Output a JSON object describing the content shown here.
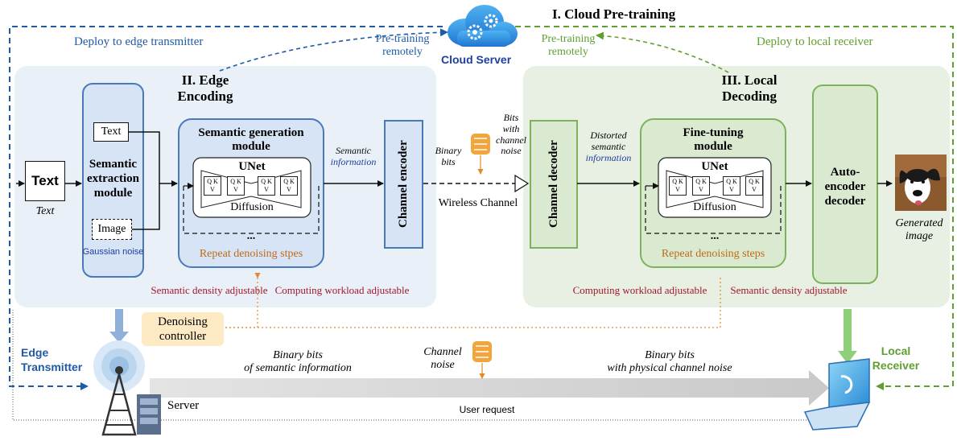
{
  "cloud": {
    "title": "I. Cloud Pre-training",
    "server_label": "Cloud Server",
    "deploy_left": "Deploy to edge transmitter",
    "deploy_right": "Deploy to local receiver",
    "pretrain_left_1": "Pre-training",
    "pretrain_left_2": "remotely",
    "pretrain_right_1": "Pre-training",
    "pretrain_right_2": "remotely"
  },
  "edge": {
    "title_1": "II. Edge",
    "title_2": "Encoding",
    "input_box": "Text",
    "input_caption": "Text",
    "extraction": {
      "text_box": "Text",
      "label_1": "Semantic",
      "label_2": "extraction",
      "label_3": "module",
      "image_box": "Image",
      "noise_label": "Gaussian noise"
    },
    "generation": {
      "title_1": "Semantic generation",
      "title_2": "module",
      "unet": "UNet",
      "diffusion": "Diffusion",
      "ellipsis": "...",
      "repeat": "Repeat denoising stpes"
    },
    "semantic_info_1": "Semantic",
    "semantic_info_2": "information",
    "channel_encoder": "Channel encoder",
    "density_label": "Semantic density adjustable",
    "workload_label": "Computing workload adjustable"
  },
  "channel": {
    "binary_1": "Binary",
    "binary_2": "bits",
    "noisy_1": "Bits",
    "noisy_2": "with",
    "noisy_3": "channel",
    "noisy_4": "noise",
    "wireless": "Wireless Channel"
  },
  "local": {
    "title_1": "III. Local",
    "title_2": "Decoding",
    "channel_decoder": "Channel decoder",
    "distorted_1": "Distorted",
    "distorted_2": "semantic",
    "distorted_3": "information",
    "finetune": {
      "title_1": "Fine-tuning",
      "title_2": "module",
      "unet": "UNet",
      "diffusion": "Diffusion",
      "ellipsis": "...",
      "repeat": "Repeat denoising steps"
    },
    "autoencoder_1": "Auto-",
    "autoencoder_2": "encoder",
    "autoencoder_3": "decoder",
    "generated_1": "Generated",
    "generated_2": "image",
    "workload_label": "Computing workload adjustable",
    "density_label": "Semantic density adjustable"
  },
  "qkv": {
    "q": "Q",
    "k": "K",
    "v": "V"
  },
  "bottom": {
    "controller_1": "Denoising",
    "controller_2": "controller",
    "edge_tx_1": "Edge",
    "edge_tx_2": "Transmitter",
    "server": "Server",
    "bits_sem_1": "Binary bits",
    "bits_sem_2": "of semantic information",
    "noise_1": "Channel",
    "noise_2": "noise",
    "bits_phy_1": "Binary bits",
    "bits_phy_2": "with physical channel noise",
    "user_request": "User request",
    "local_rx_1": "Local",
    "local_rx_2": "Receiver"
  },
  "colors": {
    "edge_region": "#e9f0f8",
    "local_region": "#e8f0e3",
    "edge_module": "#d6e4f5",
    "edge_stroke": "#4a7ab5",
    "local_module": "#d9ead1",
    "local_stroke": "#7cb35a",
    "deploy_blue": "#1f5aa6",
    "deploy_green": "#5f9f2f",
    "adjust_red": "#a3162b",
    "repeat_orange": "#c06a17",
    "controller_fill": "#fde9c3",
    "noise_orange": "#f2a53a"
  }
}
